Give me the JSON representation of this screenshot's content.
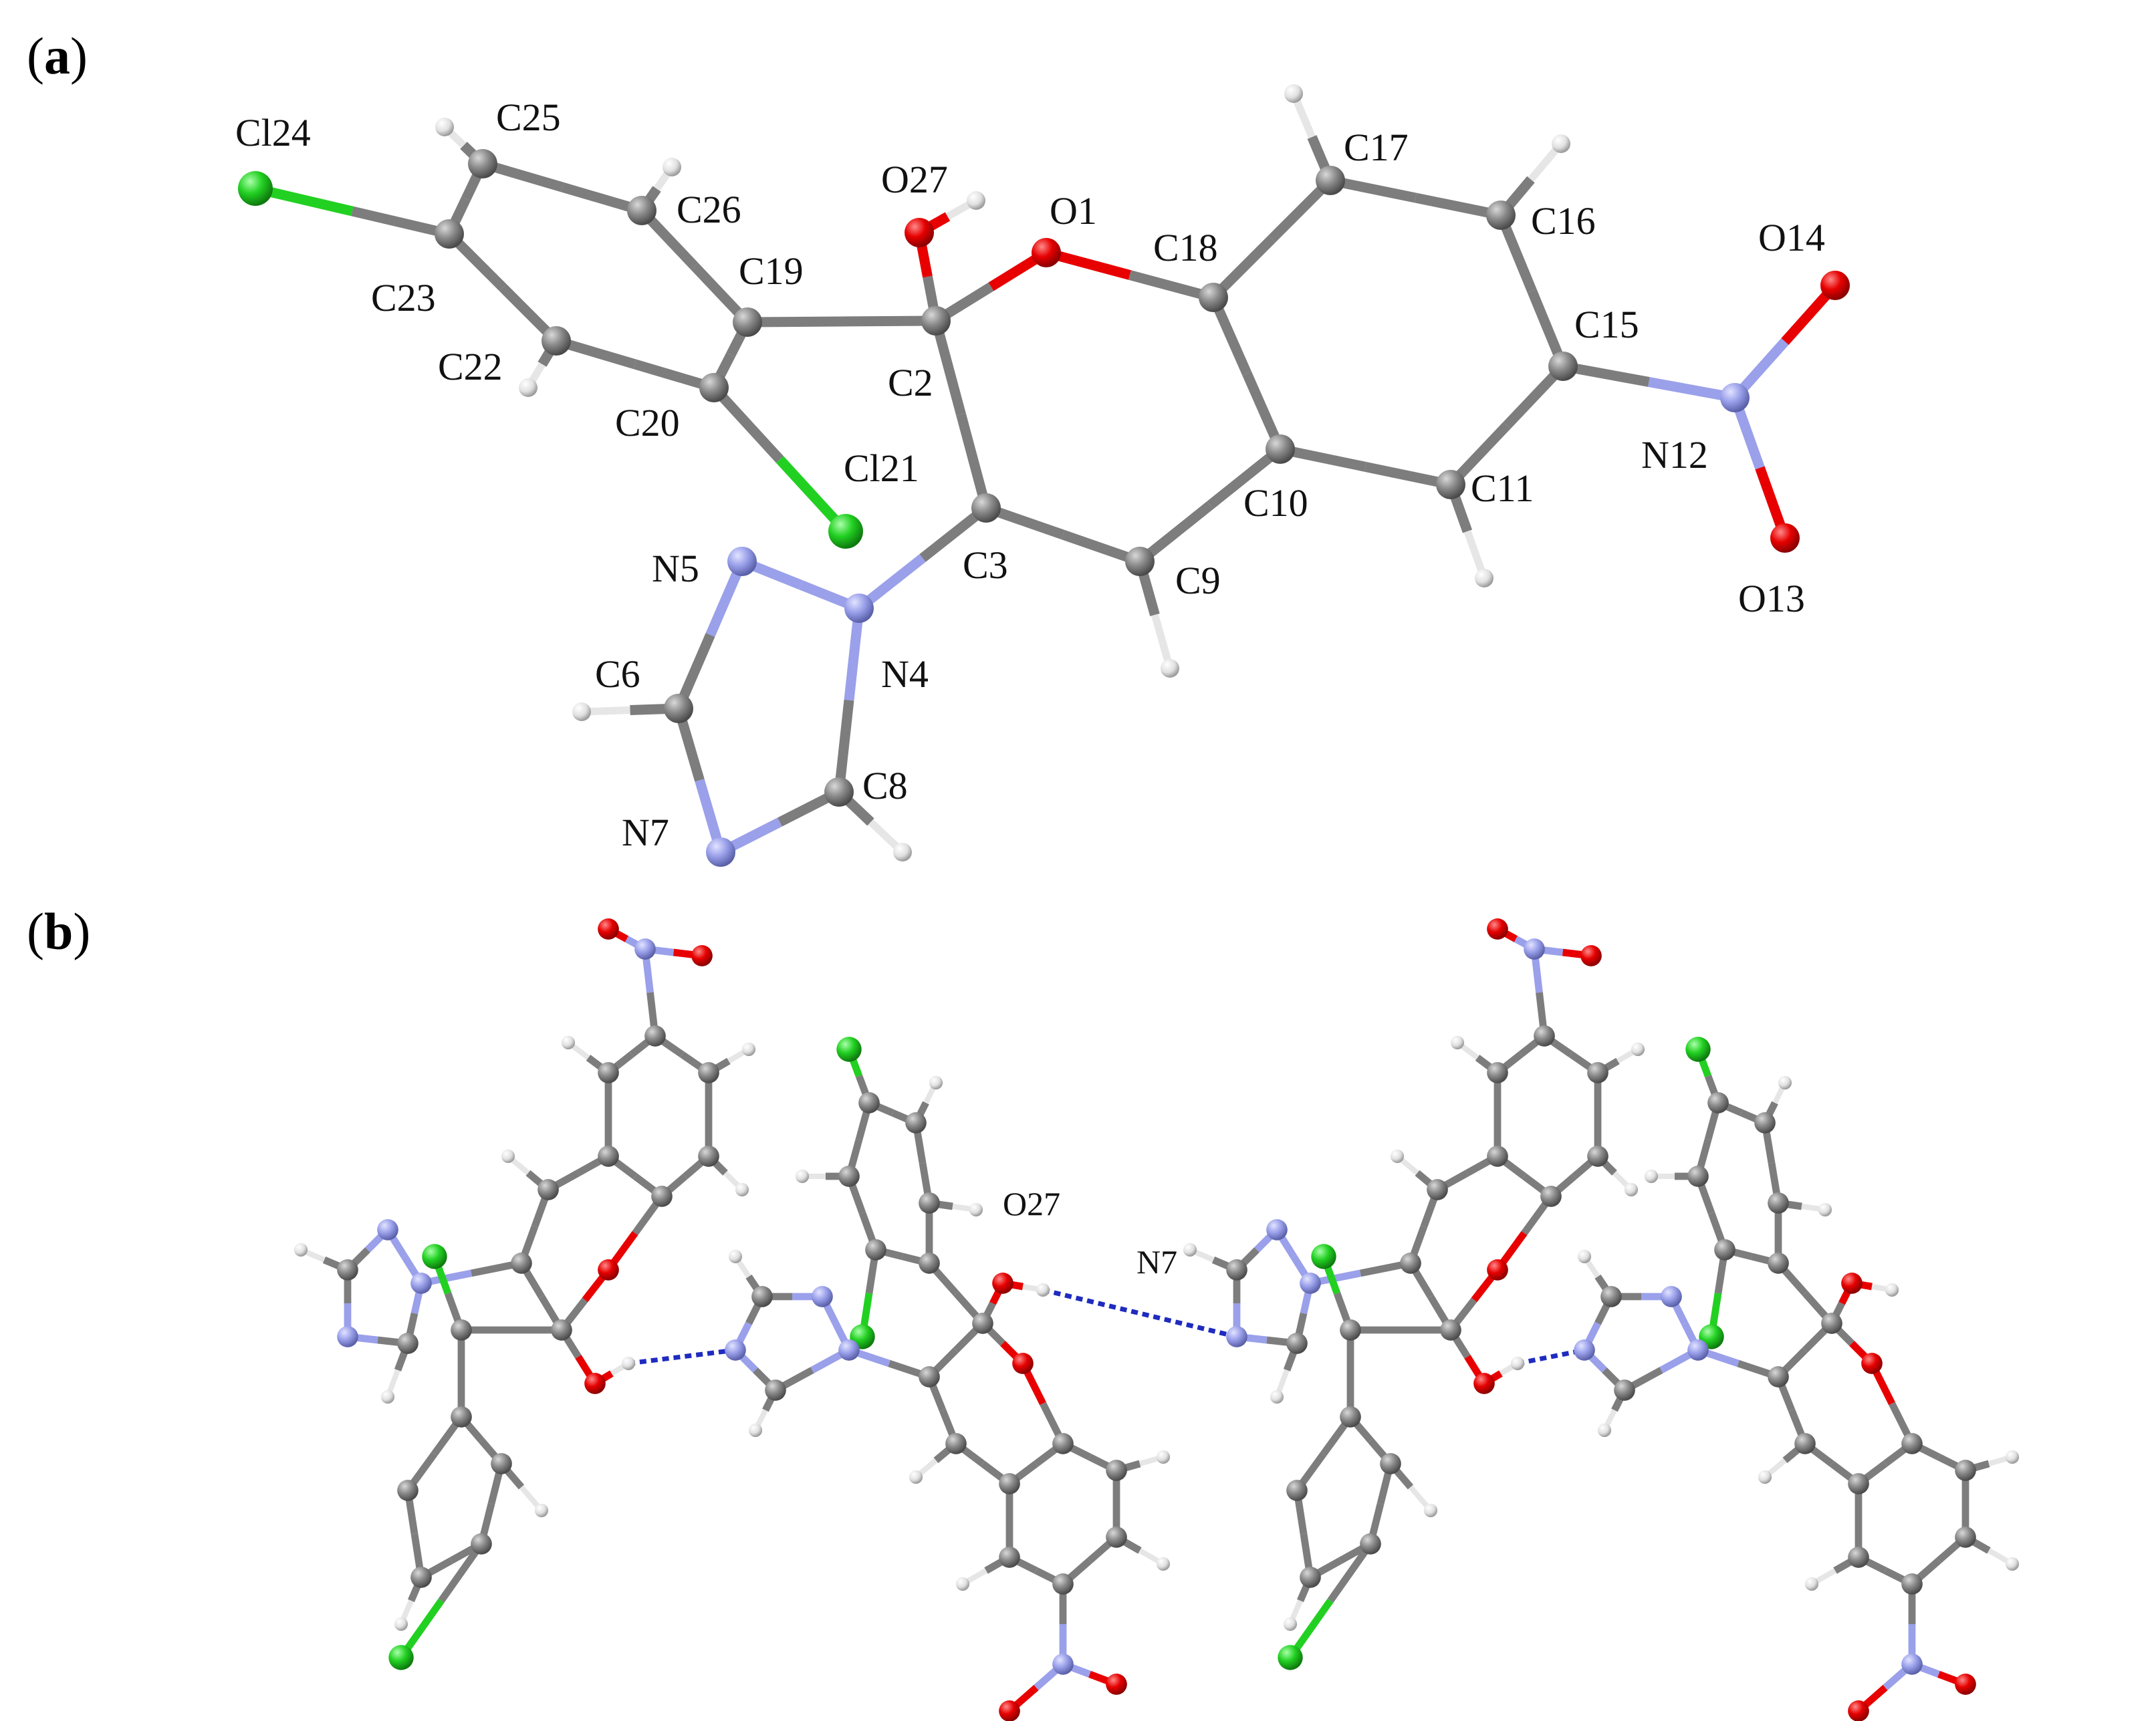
{
  "panels": [
    {
      "label": "(a)",
      "letter": "a"
    },
    {
      "label": "(b)",
      "letter": "b"
    }
  ],
  "colors": {
    "carbon": "#7d7d7d",
    "hydrogen": "#e6e6e6",
    "oxygen": "#e80000",
    "nitrogen": "#9aa0ea",
    "chlorine": "#22d022",
    "hbond": "#1f2bbf"
  },
  "atom_labels": {
    "Cl24": "Cl24",
    "C25": "C25",
    "C26": "C26",
    "C23": "C23",
    "C19": "C19",
    "C22": "C22",
    "C20": "C20",
    "O27": "O27",
    "O1": "O1",
    "C2": "C2",
    "Cl21": "Cl21",
    "C3": "C3",
    "N5": "N5",
    "N4": "N4",
    "C6": "C6",
    "N7": "N7",
    "C8": "C8",
    "C18": "C18",
    "C17": "C17",
    "C16": "C16",
    "C15": "C15",
    "C10": "C10",
    "C9": "C9",
    "C11": "C11",
    "N12": "N12",
    "O14": "O14",
    "O13": "O13"
  },
  "hbond_labels": {
    "O27": "O27",
    "N7": "N7"
  }
}
